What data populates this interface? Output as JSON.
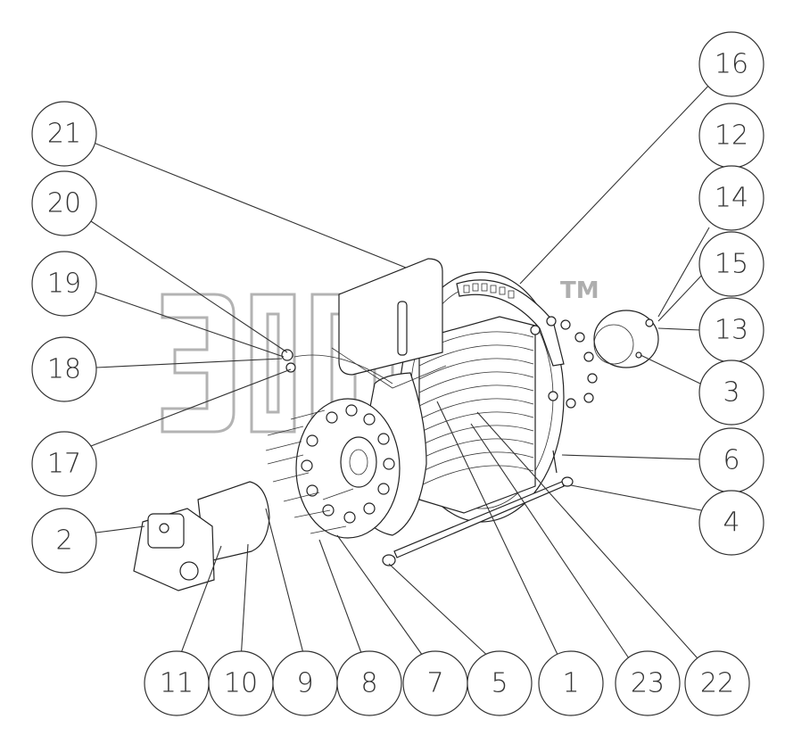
{
  "watermark": {
    "mark": "TM"
  },
  "callouts": [
    {
      "id": "16",
      "label": "16"
    },
    {
      "id": "12",
      "label": "12"
    },
    {
      "id": "14",
      "label": "14"
    },
    {
      "id": "15",
      "label": "15"
    },
    {
      "id": "13",
      "label": "13"
    },
    {
      "id": "3",
      "label": "3"
    },
    {
      "id": "6",
      "label": "6"
    },
    {
      "id": "4",
      "label": "4"
    },
    {
      "id": "21",
      "label": "21"
    },
    {
      "id": "20",
      "label": "20"
    },
    {
      "id": "19",
      "label": "19"
    },
    {
      "id": "18",
      "label": "18"
    },
    {
      "id": "17",
      "label": "17"
    },
    {
      "id": "2",
      "label": "2"
    },
    {
      "id": "11",
      "label": "11"
    },
    {
      "id": "10",
      "label": "10"
    },
    {
      "id": "9",
      "label": "9"
    },
    {
      "id": "8",
      "label": "8"
    },
    {
      "id": "7",
      "label": "7"
    },
    {
      "id": "5",
      "label": "5"
    },
    {
      "id": "1",
      "label": "1"
    },
    {
      "id": "23",
      "label": "23"
    },
    {
      "id": "22",
      "label": "22"
    }
  ],
  "colors": {
    "line": "#333333",
    "watermark": "#9a9a9a",
    "background": "#ffffff"
  }
}
